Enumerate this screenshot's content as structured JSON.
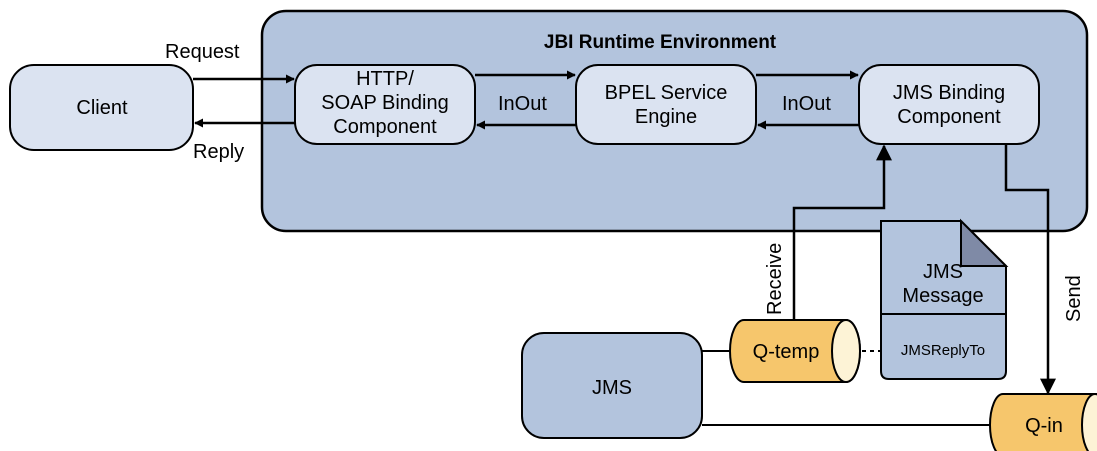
{
  "environment": {
    "title": "JBI Runtime Environment"
  },
  "client": {
    "label": "Client"
  },
  "http_binding": {
    "lines": [
      "HTTP/",
      "SOAP Binding",
      "Component"
    ]
  },
  "bpel_engine": {
    "lines": [
      "BPEL Service",
      "Engine"
    ]
  },
  "jms_binding": {
    "lines": [
      "JMS Binding",
      "Component"
    ]
  },
  "jms": {
    "label": "JMS"
  },
  "message": {
    "lines": [
      "JMS",
      "Message"
    ],
    "field": "JMSReplyTo"
  },
  "queues": {
    "temp": "Q-temp",
    "in": "Q-in"
  },
  "arrows": {
    "request": "Request",
    "reply": "Reply",
    "inout_1": "InOut",
    "inout_2": "InOut",
    "receive": "Receive",
    "send": "Send"
  },
  "colors": {
    "environment_fill": "#b3c4dd",
    "component_fill": "#dbe3f1",
    "jms_fill": "#b3c4dd",
    "queue_fill": "#f6c66c",
    "queue_end_fill": "#fdf3d6",
    "stroke": "#000000"
  }
}
